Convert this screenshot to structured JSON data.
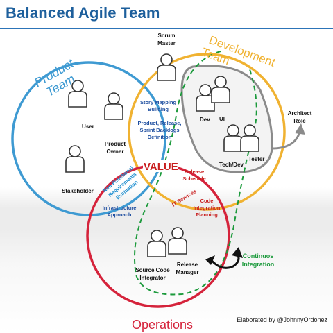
{
  "title": "Balanced Agile Team",
  "circles": {
    "product": "Product Team",
    "development": "Development Team",
    "operations": "Operations"
  },
  "roles": {
    "scrum_master": "Scrum Master",
    "user": "User",
    "product_owner": "Product Owner",
    "stakeholder": "Stakeholder",
    "dev": "Dev",
    "ui": "UI",
    "tech_dev": "Tech/Dev",
    "tester": "Tester",
    "architect_role": "Architect Role",
    "source_code_integrator": "Source Code Integrator",
    "release_manager": "Release Manager",
    "continuous_integration": "Continuos Integration"
  },
  "activities": {
    "story_mapping": "Story Mapping Building",
    "backlogs": "Product, Release, Sprint Backlogs Definition",
    "value": "VALUE",
    "release_schedule": "Release Schedule",
    "nfr": "Non Functional Requirements Evaluation",
    "it_services": "IT Services",
    "code_integration": "Code Integration Planning",
    "infrastructure": "Infrastructure Approach"
  },
  "credit": "Elaborated by @JohnnyOrdonez",
  "colors": {
    "title": "#1d5f9c",
    "product": "#3e9ad2",
    "development": "#f0b231",
    "operations": "#d5233b",
    "blue_text": "#1f4fa0",
    "red_text": "#c81e1e",
    "green": "#1c9a3c"
  }
}
